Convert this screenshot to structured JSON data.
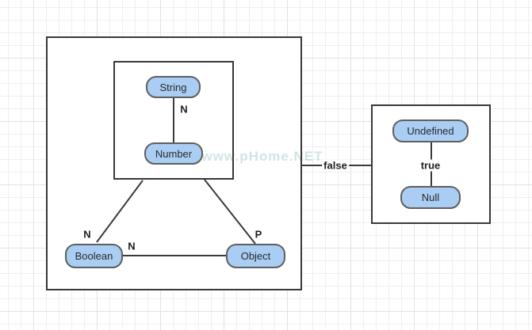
{
  "watermark": {
    "text": "www.pHome.NET"
  },
  "colors": {
    "node_fill": "#a9cdf3",
    "node_border": "#5f5f5f",
    "line": "#3a3a3a",
    "container_border": "#383838",
    "label_text": "#1e1e1e",
    "grid_minor": "#efefef",
    "grid_major": "#e2e2e2",
    "background": "#ffffff"
  },
  "nodes": [
    {
      "id": "string",
      "label": "String"
    },
    {
      "id": "number",
      "label": "Number"
    },
    {
      "id": "boolean",
      "label": "Boolean"
    },
    {
      "id": "object",
      "label": "Object"
    },
    {
      "id": "undefined",
      "label": "Undefined"
    },
    {
      "id": "null",
      "label": "Null"
    }
  ],
  "edge_labels": [
    {
      "id": "n-string-number",
      "text": "N"
    },
    {
      "id": "n-boolean-diagonal",
      "text": "N"
    },
    {
      "id": "n-boolean-object",
      "text": "N"
    },
    {
      "id": "p-object-diagonal",
      "text": "P"
    },
    {
      "id": "false-connector",
      "text": "false"
    },
    {
      "id": "true-connector",
      "text": "true"
    }
  ]
}
